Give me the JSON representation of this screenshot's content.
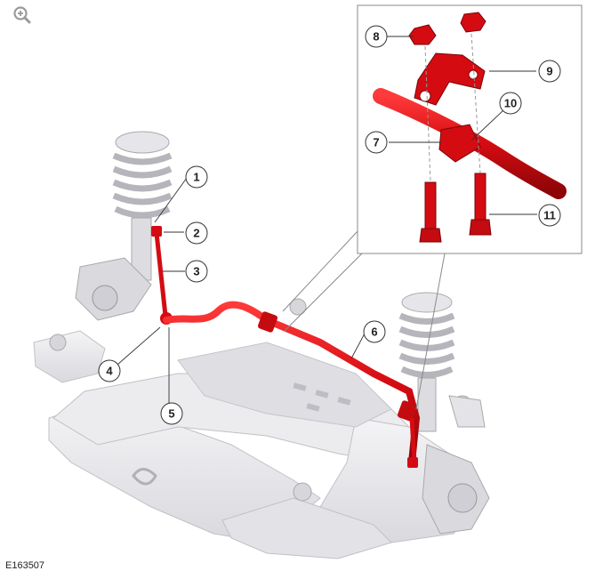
{
  "figure": {
    "id": "E163507",
    "zoom_icon": "zoom-in-icon",
    "callouts": [
      "1",
      "2",
      "3",
      "4",
      "5",
      "6",
      "7",
      "8",
      "9",
      "10",
      "11"
    ]
  },
  "colors": {
    "part_highlight": "#d40c12",
    "subframe": "#e9e9ec",
    "outline": "#b9b9bf",
    "callout_stroke": "#333333"
  }
}
